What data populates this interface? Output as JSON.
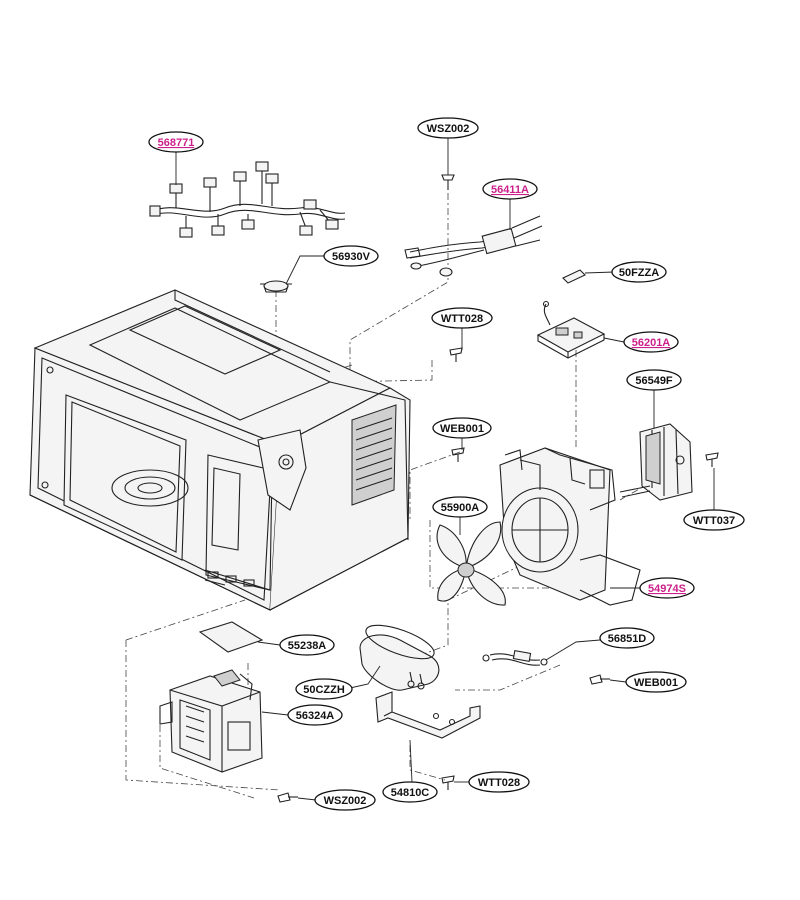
{
  "colors": {
    "normal_label": "#111111",
    "highlight_label": "#cc1f8a",
    "line": "#222222",
    "background": "#ffffff"
  },
  "labels": {
    "l568771": {
      "text": "568771",
      "highlight": true
    },
    "lWSZ002a": {
      "text": "WSZ002",
      "highlight": false
    },
    "l56411A": {
      "text": "56411A",
      "highlight": true
    },
    "l56930V": {
      "text": "56930V",
      "highlight": false
    },
    "l50FZZA": {
      "text": "50FZZA",
      "highlight": false
    },
    "lWTT028a": {
      "text": "WTT028",
      "highlight": false
    },
    "l56201A": {
      "text": "56201A",
      "highlight": true
    },
    "l56549F": {
      "text": "56549F",
      "highlight": false
    },
    "lWEB001a": {
      "text": "WEB001",
      "highlight": false
    },
    "l55900A": {
      "text": "55900A",
      "highlight": false
    },
    "lWTT037": {
      "text": "WTT037",
      "highlight": false
    },
    "l54974S": {
      "text": "54974S",
      "highlight": true
    },
    "l55238A": {
      "text": "55238A",
      "highlight": false
    },
    "l56851D": {
      "text": "56851D",
      "highlight": false
    },
    "l50CZZH": {
      "text": "50CZZH",
      "highlight": false
    },
    "lWEB001b": {
      "text": "WEB001",
      "highlight": false
    },
    "l56324A": {
      "text": "56324A",
      "highlight": false
    },
    "lWSZ002b": {
      "text": "WSZ002",
      "highlight": false
    },
    "l54810C": {
      "text": "54810C",
      "highlight": false
    },
    "lWTT028b": {
      "text": "WTT028",
      "highlight": false
    }
  }
}
